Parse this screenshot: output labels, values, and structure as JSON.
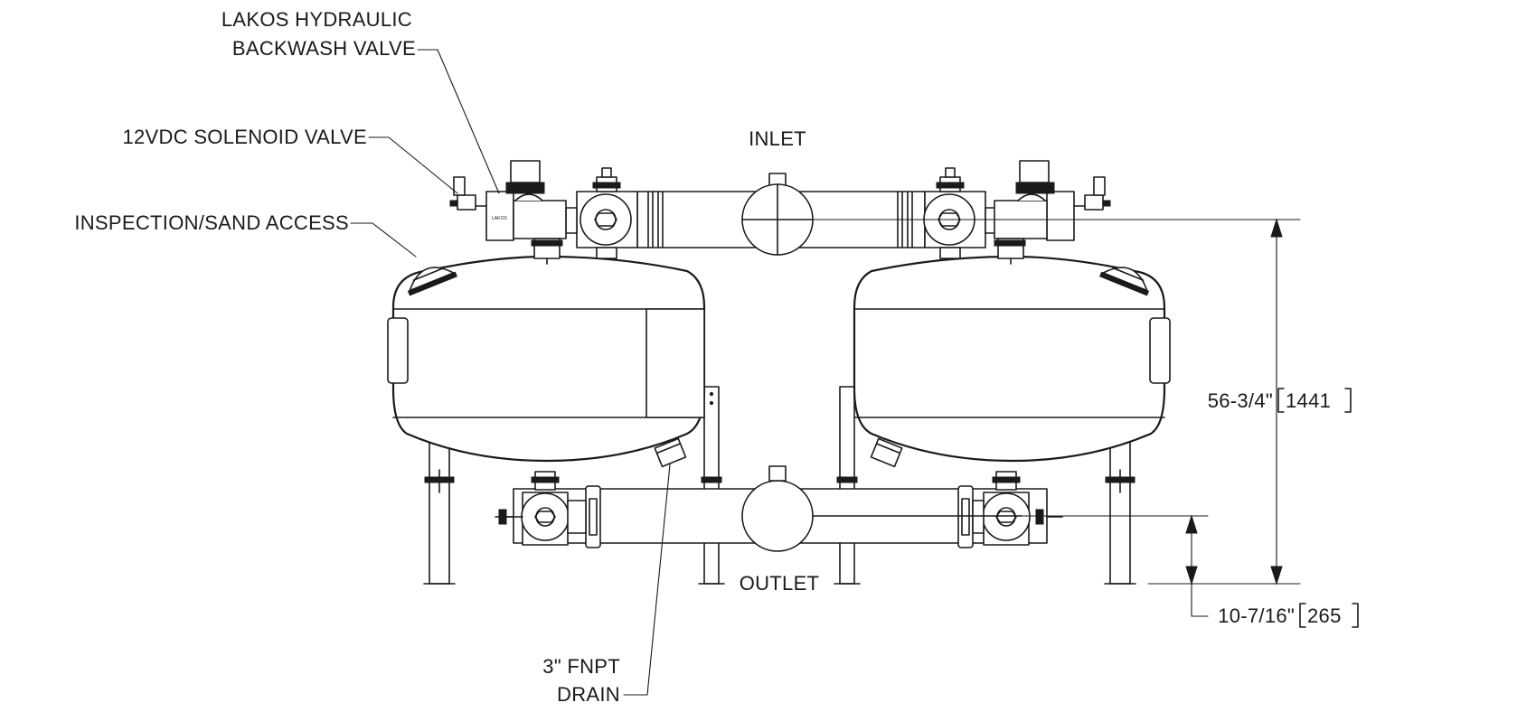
{
  "labels": {
    "hydraulic_valve_line1": "LAKOS HYDRAULIC",
    "hydraulic_valve_line2": "BACKWASH VALVE",
    "solenoid_valve": "12VDC SOLENOID VALVE",
    "inspection_access": "INSPECTION/SAND ACCESS",
    "inlet": "INLET",
    "outlet": "OUTLET",
    "drain_line1": "3\" FNPT",
    "drain_line2": "DRAIN",
    "height_dim_imperial": "56-3/4\"",
    "height_dim_metric": "1441",
    "outlet_dim_imperial": "10-7/16\"",
    "outlet_dim_metric": "265",
    "valve_brand": "LAKOS"
  },
  "colors": {
    "line": "#1a1a1a",
    "background": "#ffffff"
  }
}
